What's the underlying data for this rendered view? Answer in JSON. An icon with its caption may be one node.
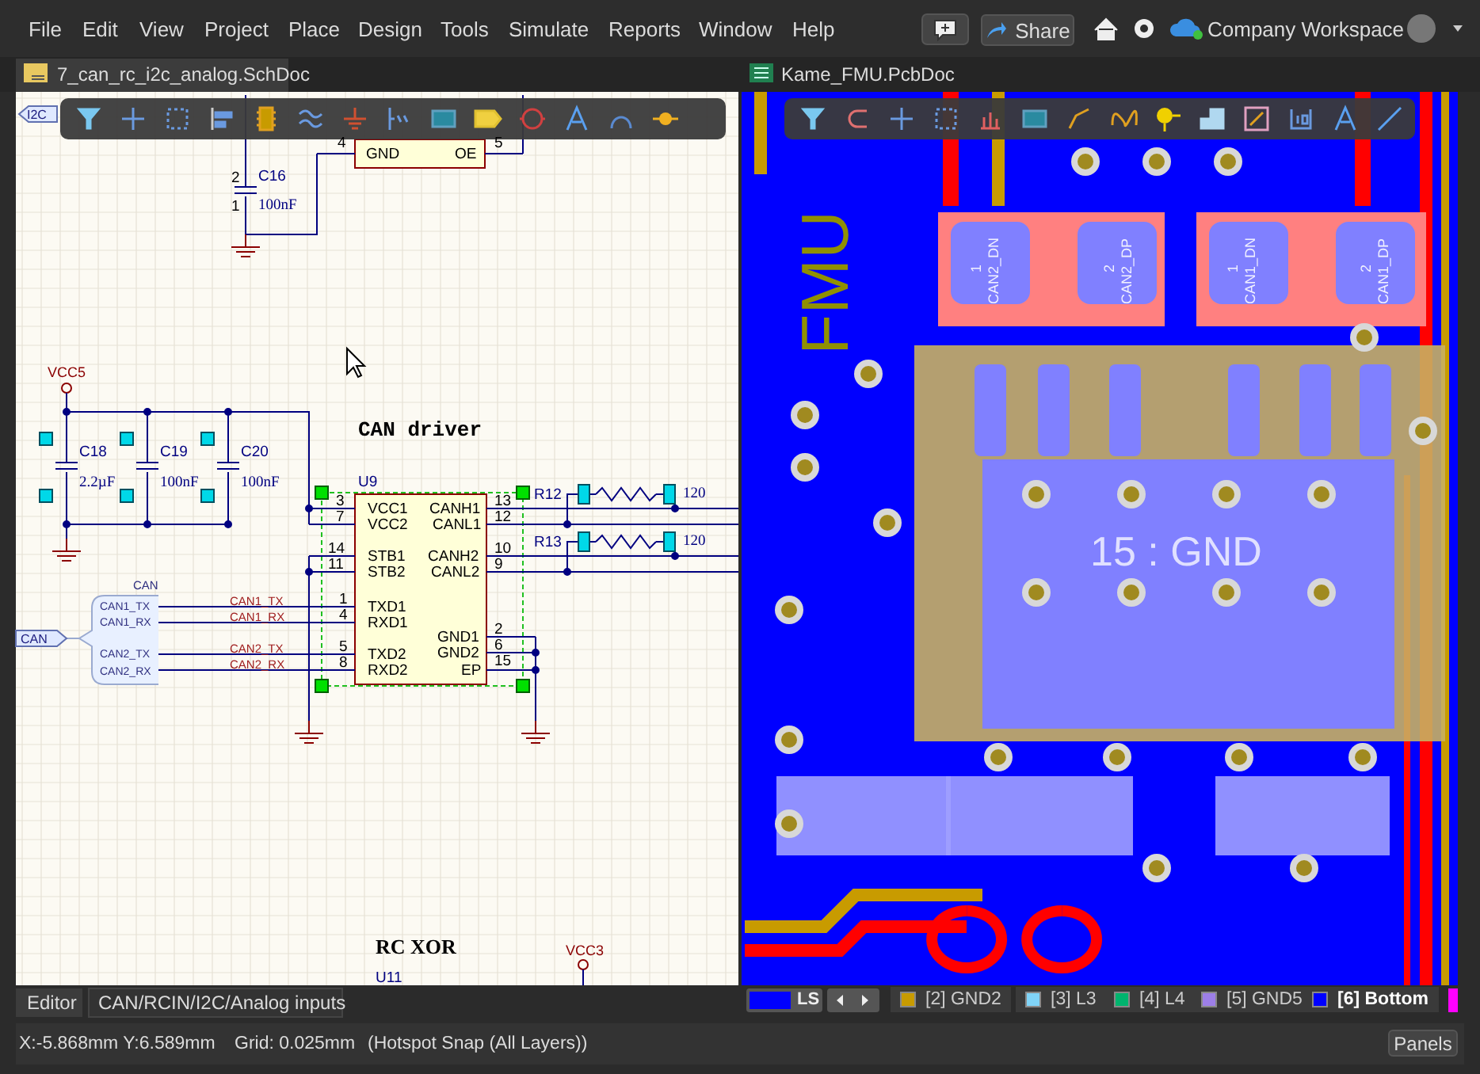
{
  "diagram": {
    "labels": [
      "File",
      "Edit",
      "View",
      "Project",
      "Place",
      "Design",
      "Tools",
      "Simulate",
      "Reports",
      "Window",
      "Help",
      "Share",
      "Company Workspace",
      "7_can_rc_i2c_analog.SchDoc",
      "Kame_FMU.PcbDoc",
      "I2C",
      "2",
      "C16",
      "1",
      "100nF",
      "4",
      "GND",
      "OE",
      "5",
      "VCC5",
      "CAN driver",
      "C18",
      "2.2µF",
      "C19",
      "100nF",
      "C20",
      "100nF",
      "U9",
      "3",
      "VCC1",
      "CANH1",
      "13",
      "R12",
      "120",
      "7",
      "VCC2",
      "CANL1",
      "12",
      "R13",
      "120",
      "14",
      "STB1",
      "CANH2",
      "10",
      "11",
      "STB2",
      "CANL2",
      "9",
      "CAN",
      "CAN1_TX",
      "CAN1_TX",
      "1",
      "TXD1",
      "CAN1_RX",
      "CAN1_RX",
      "4",
      "RXD1",
      "CAN",
      "GND1",
      "2",
      "6",
      "CAN2_TX",
      "CAN2_TX",
      "5",
      "TXD2",
      "GND2",
      "15",
      "CAN2_RX",
      "CAN2_RX",
      "8",
      "RXD2",
      "EP",
      "RC XOR",
      "VCC3",
      "U11",
      "FMU",
      "1",
      "CAN2_DN",
      "2",
      "CAN2_DP",
      "1",
      "CAN1_DN",
      "2",
      "CAN1_DP",
      "15 : GND",
      "Editor",
      "CAN/RCIN/I2C/Analog inputs",
      "LS",
      "X:-5.868mm Y:6.589mm",
      "Grid: 0.025mm",
      "(Hotspot Snap (All Layers))",
      "Panels"
    ],
    "legend": [
      {
        "text": "[2] GND2",
        "color": "#c89b00"
      },
      {
        "text": "[3] L3",
        "color": "#80d4f8"
      },
      {
        "text": "[4] L4",
        "color": "#00b46e"
      },
      {
        "text": "[5] GND5",
        "color": "#9d7fe8"
      },
      {
        "text": "[6] Bottom",
        "color": "#0000ff"
      }
    ]
  }
}
